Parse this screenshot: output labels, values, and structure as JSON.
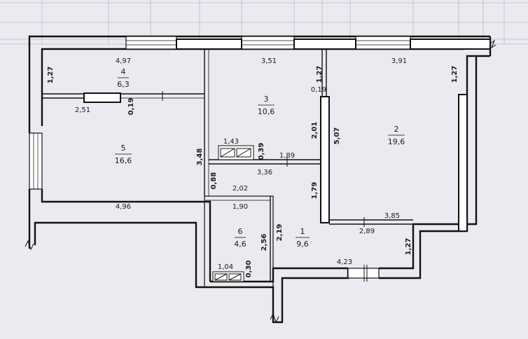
{
  "header_table": {
    "cells": [
      "",
      "",
      "",
      "",
      "",
      "",
      "",
      "",
      "",
      "",
      "",
      "",
      ""
    ]
  },
  "rooms": [
    {
      "number": "1",
      "area": "9,6"
    },
    {
      "number": "2",
      "area": "19,6"
    },
    {
      "number": "3",
      "area": "10,6"
    },
    {
      "number": "4",
      "area": "6,3"
    },
    {
      "number": "5",
      "area": "16,6"
    },
    {
      "number": "6",
      "area": "4,6"
    }
  ],
  "dimensions": {
    "top_left": "4,97",
    "top_mid": "3,51",
    "top_right": "3,91",
    "left_upper": "1,27",
    "closet_width": "2,51",
    "closet_wall": "0,19",
    "r3_wall_thk": "0,19",
    "r3_top_left": "1,27",
    "r2_top_right": "1,27",
    "fixture_r3": "1,43",
    "fixture_r3_depth": "0,39",
    "r3_bottom_right": "1,89",
    "r3_bottom": "3,36",
    "r3_height_left": "3,48",
    "r3_door": "2,01",
    "r2_height": "5,07",
    "r1_upper": "1,79",
    "r5_gap": "0,88",
    "r6_outer_width": "2,02",
    "r6_inner_width": "1,90",
    "r6_height_outer": "2,56",
    "r6_height_inner": "2,19",
    "r5_bottom": "4,96",
    "r2_bottom": "3,85",
    "r1_right": "2,89",
    "r1_right_wall": "1,27",
    "fixture_r6": "1,04",
    "fixture_r6_depth": "0,30",
    "bottom_right": "4,23"
  }
}
